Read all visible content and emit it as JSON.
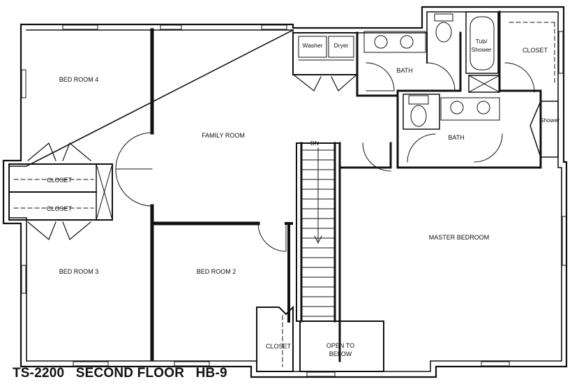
{
  "title": "TS-2200   SECOND FLOOR   HB-9",
  "rooms": {
    "bed_room_4": "BED ROOM 4",
    "bed_room_3": "BED ROOM 3",
    "bed_room_2": "BED ROOM 2",
    "family_room": "FAMILY ROOM",
    "master_bedroom": "MASTER  BEDROOM",
    "bath_hall": "BATH",
    "bath_master": "BATH",
    "closet_upper": "CLOSET",
    "closet_lower": "CLOSET",
    "closet_master": "CLOSET",
    "closet_hall": "CLOSET",
    "open_to_below_line1": "OPEN TO",
    "open_to_below_line2": "BELOW"
  },
  "fixtures": {
    "washer": "Washer",
    "dryer": "Dryer",
    "tub_line1": "Tub/",
    "tub_line2": "Shower",
    "shower": "Shower",
    "stair_dn": "DN"
  }
}
